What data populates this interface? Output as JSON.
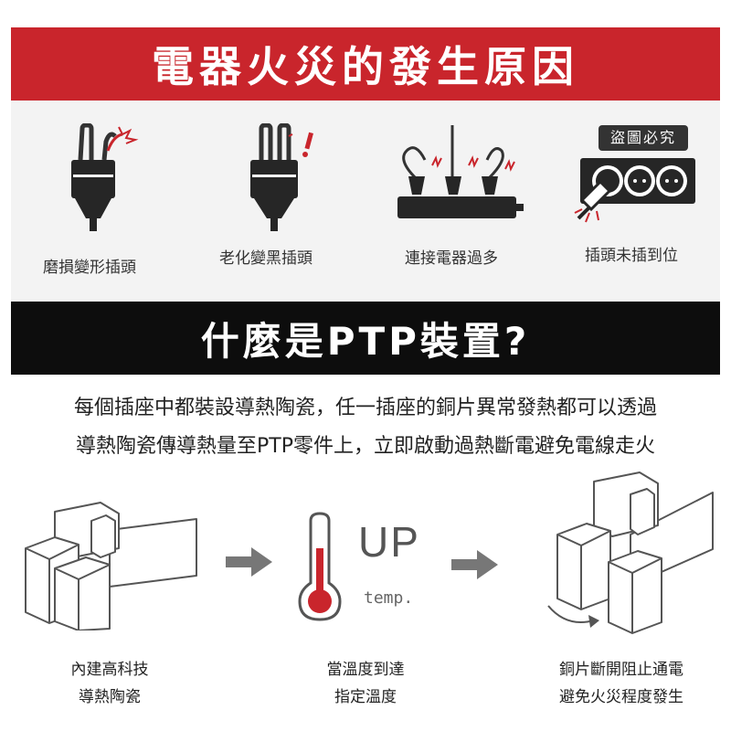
{
  "header": {
    "title": "電器火災的發生原因"
  },
  "causes": [
    {
      "label": "磨損變形插頭"
    },
    {
      "label": "老化變黑插頭"
    },
    {
      "label": "連接電器過多"
    },
    {
      "label": "插頭未插到位"
    }
  ],
  "badge": {
    "text": "盜圖必究"
  },
  "ptp": {
    "title": "什麼是PTP裝置?",
    "description_line1": "每個插座中都裝設導熱陶瓷，任一插座的銅片異常發熱都可以透過",
    "description_line2": "導熱陶瓷傳導熱量至PTP零件上，立即啟動過熱斷電避免電線走火"
  },
  "diagram": {
    "up_text": "UP",
    "temp_text": "temp.",
    "steps": [
      {
        "line1": "內建高科技",
        "line2": "導熱陶瓷"
      },
      {
        "line1": "當溫度到達",
        "line2": "指定溫度"
      },
      {
        "line1": "銅片斷開阻止通電",
        "line2": "避免火災程度發生"
      }
    ]
  },
  "colors": {
    "red": "#c9252c",
    "black": "#0d0d0d",
    "gray_panel": "#f3f3f3"
  }
}
